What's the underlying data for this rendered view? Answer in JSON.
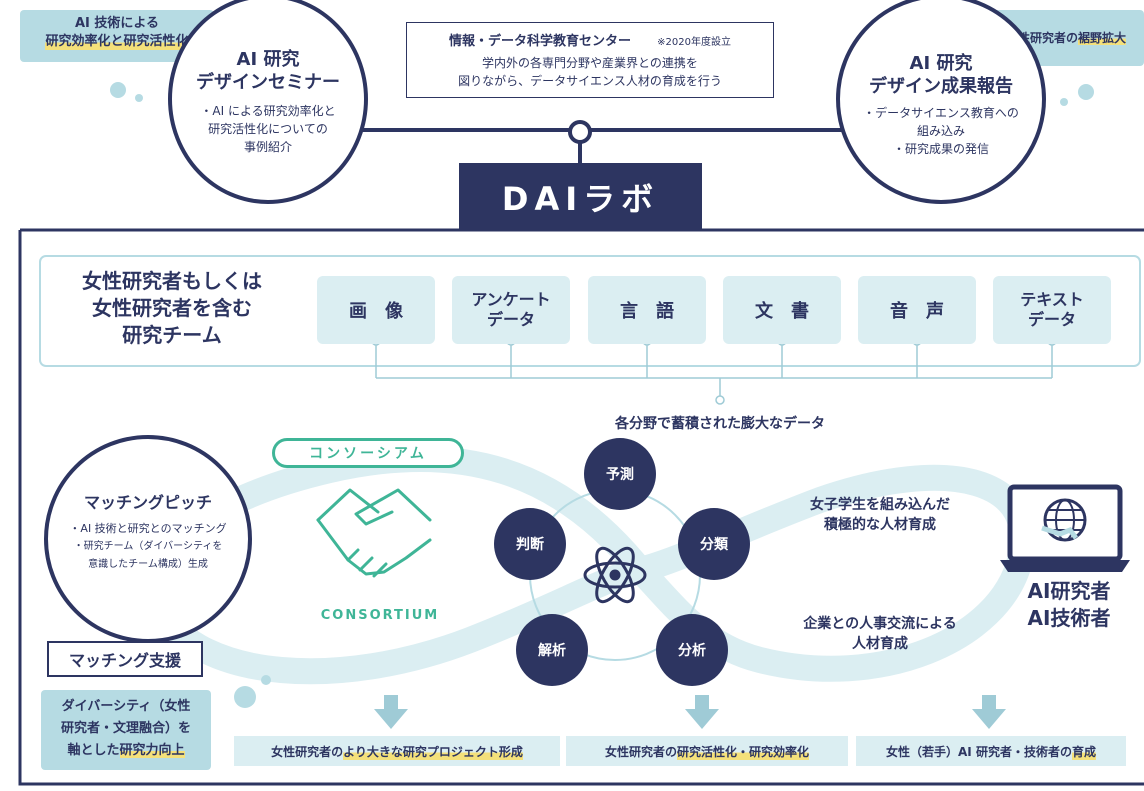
{
  "top": {
    "bubble_left": {
      "line1": "AI 技術による",
      "line2": "研究効率化と研究活性化"
    },
    "bubble_right": {
      "prefix": "女性研究者の",
      "highlight": "裾野拡大"
    },
    "seminar": {
      "title1": "AI 研究",
      "title2": "デザインセミナー",
      "body": [
        "・AI による研究効率化と",
        "研究活性化についての",
        "事例紹介"
      ]
    },
    "report": {
      "title1": "AI 研究",
      "title2": "デザイン成果報告",
      "body": [
        "・データサイエンス教育への",
        "組み込み",
        "・研究成果の発信"
      ]
    },
    "center_box": {
      "title": "情報・データ科学教育センター",
      "note": "※2020年度設立",
      "line1": "学内外の各専門分野や産業界との連携を",
      "line2": "図りながら、データサイエンス人材の育成を行う"
    },
    "lab_name": "DAIラボ"
  },
  "team": {
    "line1": "女性研究者もしくは",
    "line2": "女性研究者を含む",
    "line3": "研究チーム"
  },
  "categories": [
    {
      "line1": "画　像",
      "line2": ""
    },
    {
      "line1": "アンケート",
      "line2": "データ"
    },
    {
      "line1": "言　語",
      "line2": ""
    },
    {
      "line1": "文　書",
      "line2": ""
    },
    {
      "line1": "音　声",
      "line2": ""
    },
    {
      "line1": "テキスト",
      "line2": "データ"
    }
  ],
  "data_label": "各分野で蓄積された膨大なデータ",
  "consortium": {
    "tag": "コンソーシアム",
    "logo_text": "CONSORTIUM"
  },
  "nodes": {
    "predict": "予測",
    "judge": "判断",
    "classify": "分類",
    "parse": "解析",
    "analyze": "分析"
  },
  "matching": {
    "title": "マッチングピッチ",
    "body": [
      "・AI 技術と研究とのマッチング",
      "・研究チーム（ダイバーシティを",
      "意識したチーム構成）生成"
    ],
    "support": "マッチング支援"
  },
  "diversity": {
    "line1": "ダイバーシティ（女性",
    "line2": "研究者・文理融合）を",
    "line3_prefix": "軸とした",
    "line3_hl": "研究力向上"
  },
  "right_texts": {
    "students": [
      "女子学生を組み込んだ",
      "積極的な人材育成"
    ],
    "exchange": [
      "企業との人事交流による",
      "人材育成"
    ]
  },
  "researcher": {
    "line1": "AI研究者",
    "line2": "AI技術者"
  },
  "outcomes": [
    {
      "pre": "女性研究者の",
      "hl": "より大きな研究プロジェクト形成",
      "post": ""
    },
    {
      "pre": "女性研究者の",
      "hl": "研究活性化・研究効率化",
      "post": ""
    },
    {
      "pre": "女性（若手）AI 研究者・技術者の",
      "hl": "育成",
      "post": ""
    }
  ],
  "colors": {
    "navy": "#2d3561",
    "light_blue": "#b6dbe3",
    "pale_blue": "#dbeef2",
    "teal": "#3fb597",
    "highlight": "#f4e07a"
  }
}
